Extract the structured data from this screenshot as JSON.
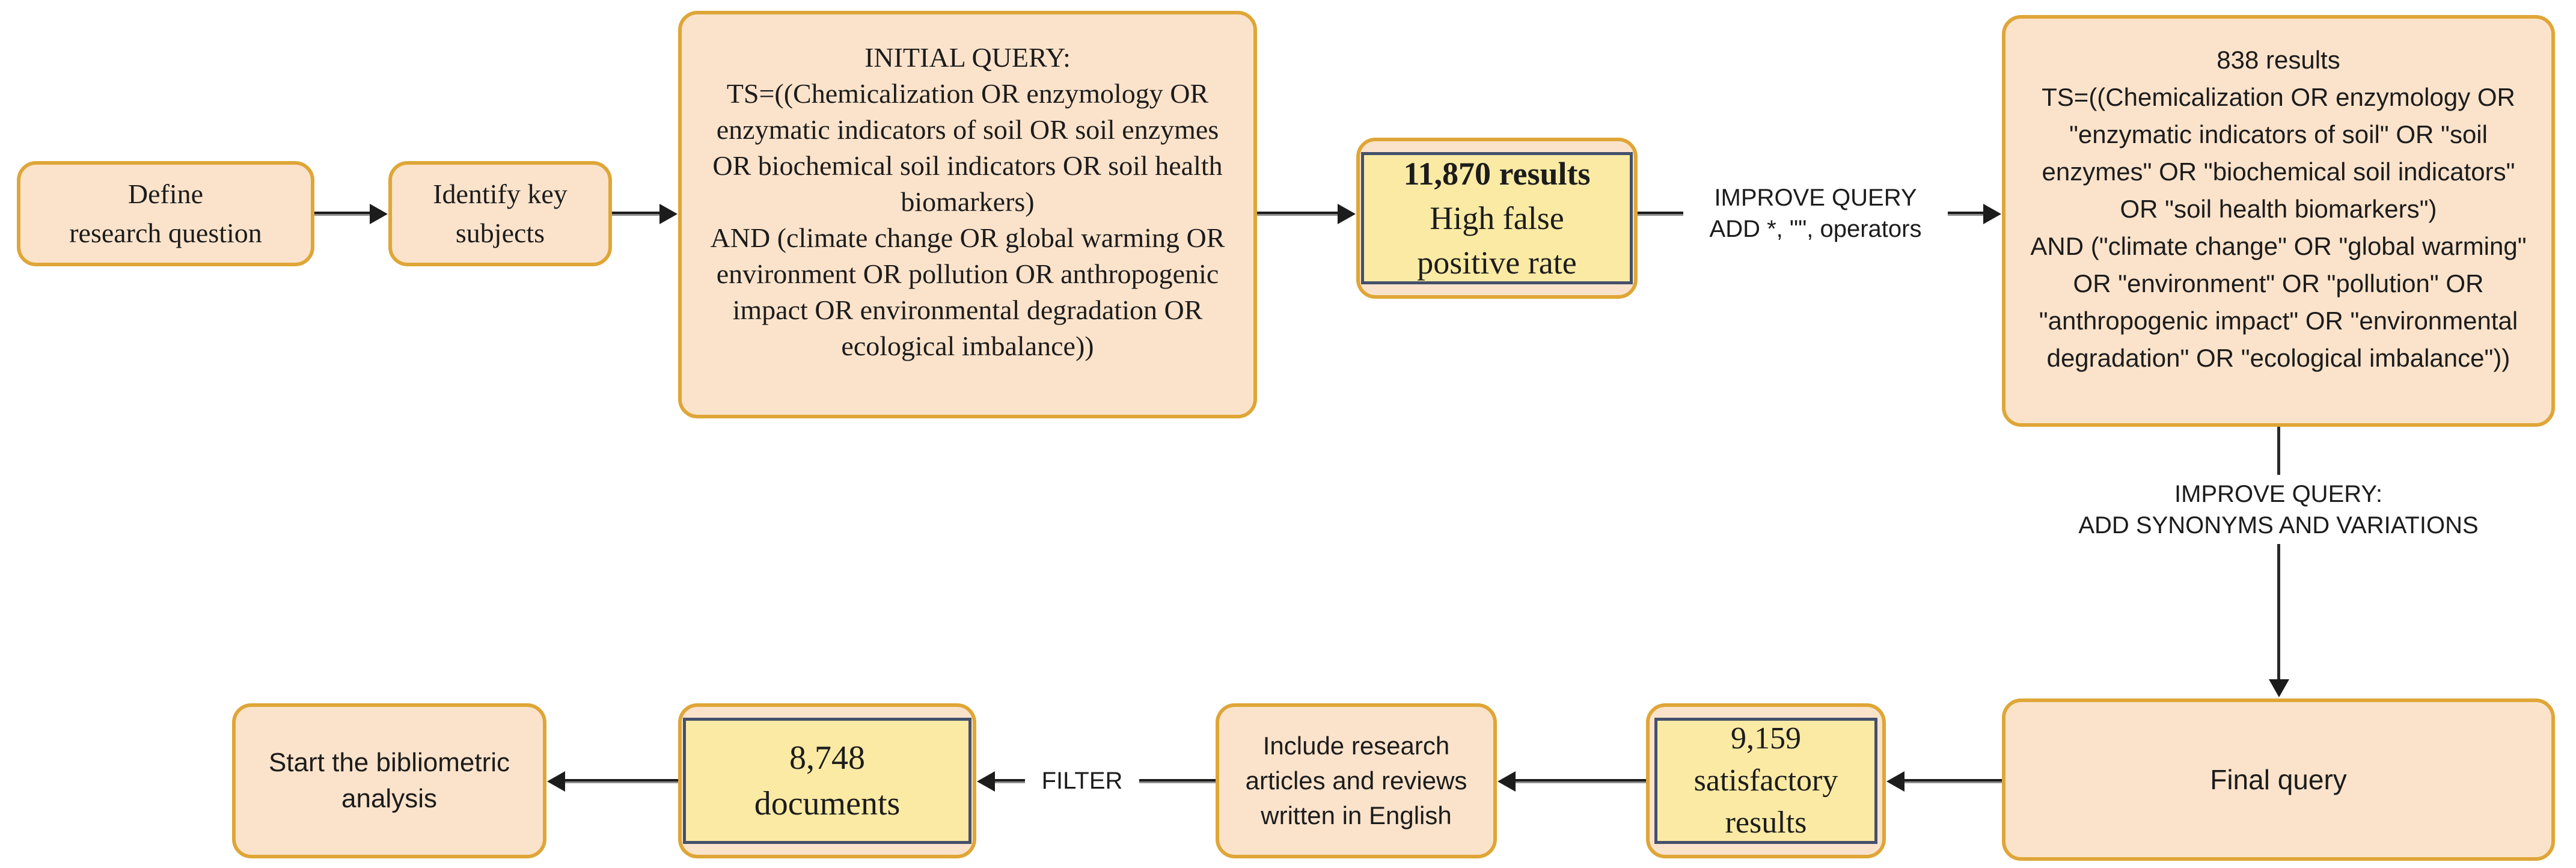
{
  "diagram": {
    "row1": {
      "define": {
        "text": "Define\nresearch question"
      },
      "identify": {
        "text": "Identify key\nsubjects"
      },
      "initial_query": {
        "text": "INITIAL QUERY:\nTS=((Chemicalization OR enzymology OR\nenzymatic indicators of soil OR soil enzymes\nOR biochemical soil indicators OR soil health\nbiomarkers)\nAND (climate change OR global warming OR\nenvironment OR pollution OR anthropogenic\nimpact OR environmental degradation OR\necological imbalance))"
      },
      "results_11870": {
        "number": "11,870 results",
        "caption": "High false\npositive rate"
      },
      "improve_query_label": {
        "text": "IMPROVE QUERY\nADD *, \"\", operators"
      },
      "improved_query": {
        "text": "838 results\nTS=((Chemicalization OR enzymology OR\n\"enzymatic indicators of soil\" OR \"soil\nenzymes\" OR \"biochemical soil indicators\"\nOR \"soil health biomarkers\")\nAND (\"climate change\" OR \"global warming\"\nOR \"environment\" OR \"pollution\" OR\n\"anthropogenic impact\" OR \"environmental\ndegradation\" OR \"ecological imbalance\"))"
      }
    },
    "connector": {
      "improve_synonyms_label": {
        "text": "IMPROVE QUERY:\nADD SYNONYMS AND VARIATIONS"
      }
    },
    "row2": {
      "final_query": {
        "text": "Final query"
      },
      "results_9159": {
        "text": "9,159\nsatisfactory\nresults"
      },
      "include_filter": {
        "text": "Include research\narticles and reviews\nwritten in English"
      },
      "filter_label": {
        "text": "FILTER"
      },
      "documents_8748": {
        "text": "8,748\ndocuments"
      },
      "start": {
        "text": "Start the bibliometric\nanalysis"
      }
    },
    "colors": {
      "peach": "#fbe3cb",
      "gold": "#dfa637",
      "yellow": "#faeaa4",
      "slate": "#44506b",
      "arrow": "#1c1c1c",
      "arrowlite": "#8e8e8e",
      "ink": "#1c1c1c"
    }
  }
}
